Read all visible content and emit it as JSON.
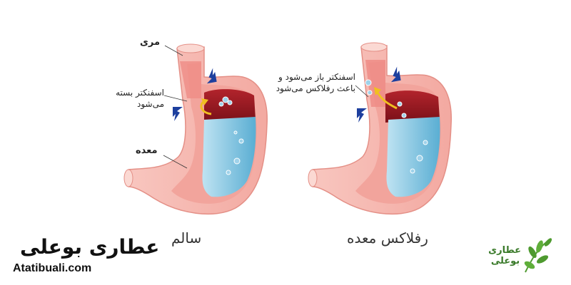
{
  "labels": {
    "esophagus": "مری",
    "sphincter_closed_line1": "اسفنکتر بسته",
    "sphincter_closed_line2": "می‌شود",
    "stomach": "معده",
    "sphincter_open_line1": "اسفنکتر باز می‌شود و",
    "sphincter_open_line2": "باعث رفلاکس می‌شود"
  },
  "captions": {
    "healthy": "سالم",
    "reflux": "رفلاکس معده"
  },
  "brand": {
    "name": "عطاری بوعلی",
    "url": "Atatibuali.com",
    "logo_line1": "عطاری",
    "logo_line2": "بوعلی"
  },
  "colors": {
    "stomach_wall": "#f6b8b0",
    "stomach_inner": "#f19a93",
    "acid_dark": "#7a1018",
    "liquid": "#6bb8d8",
    "arrow": "#1d3f9e",
    "logo_green": "#4e9a2f"
  },
  "icons": [
    "blue-arrow-icon",
    "bubble-icon",
    "leaf-icon"
  ]
}
